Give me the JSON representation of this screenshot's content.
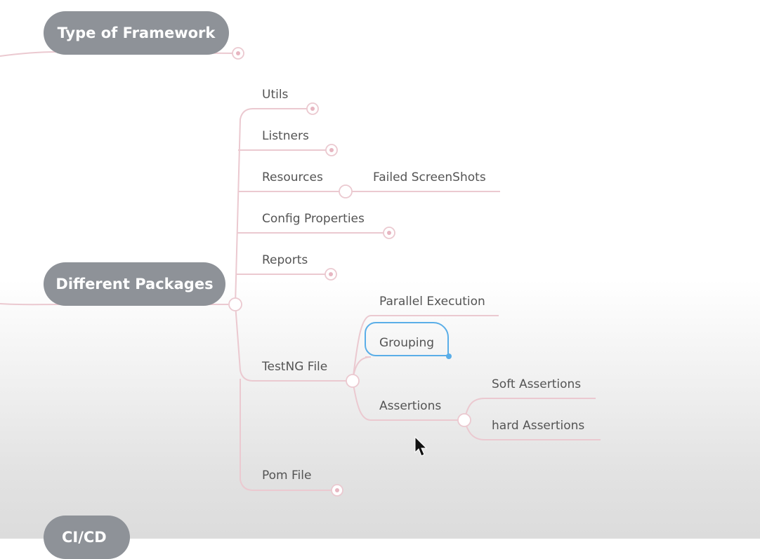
{
  "main_topics": {
    "type_of_framework": "Type of Framework",
    "different_packages": "Different Packages",
    "ci_cd": "CI/CD"
  },
  "packages": {
    "utils": "Utils",
    "listners": "Listners",
    "resources": "Resources",
    "failed_screenshots": "Failed ScreenShots",
    "config_properties": "Config Properties",
    "reports": "Reports",
    "testng_file": "TestNG File",
    "pom_file": "Pom File"
  },
  "testng": {
    "parallel_execution": "Parallel Execution",
    "grouping": "Grouping",
    "assertions": "Assertions",
    "soft_assertions": "Soft Assertions",
    "hard_assertions": "hard Assertions"
  },
  "colors": {
    "topic_fill": "#8e9298",
    "connector": "#ebc9d0",
    "selection": "#5aaee8"
  }
}
